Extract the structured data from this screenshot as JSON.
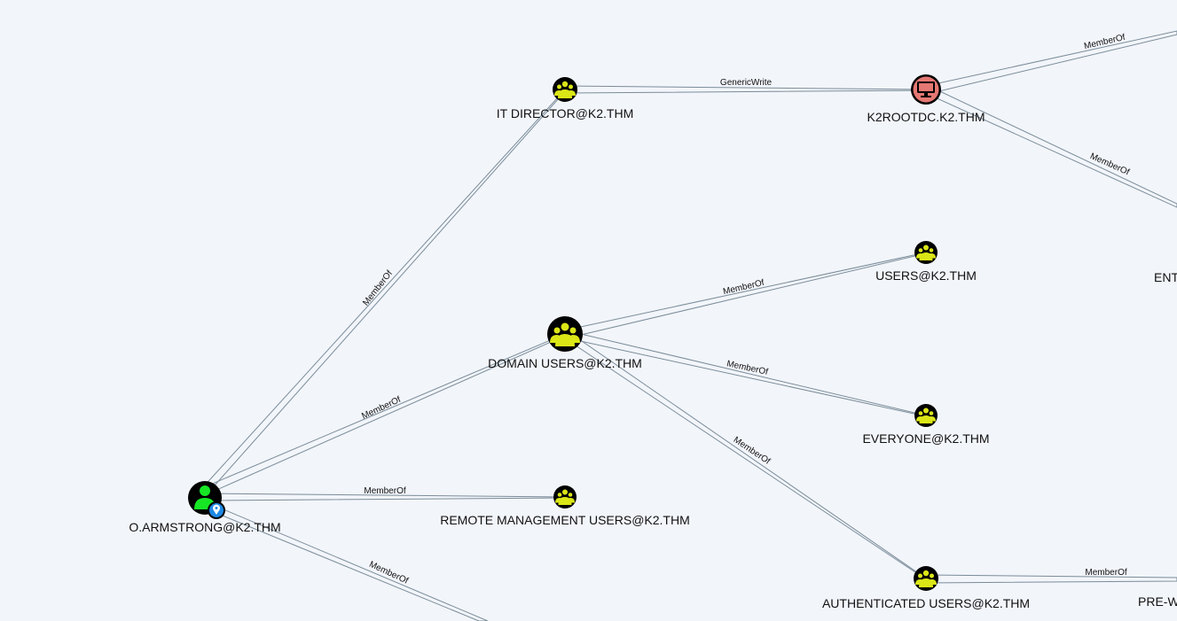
{
  "nodes": {
    "o_armstrong": {
      "label": "O.ARMSTRONG@K2.THM",
      "type": "user",
      "icon": "user-icon",
      "badge": "owned-pin-icon",
      "color": "#17e625"
    },
    "it_director": {
      "label": "IT DIRECTOR@K2.THM",
      "type": "group",
      "icon": "group-icon",
      "color": "#dbe617"
    },
    "domain_users": {
      "label": "DOMAIN USERS@K2.THM",
      "type": "group",
      "icon": "group-icon",
      "color": "#dbe617"
    },
    "remote_mgmt": {
      "label": "REMOTE MANAGEMENT USERS@K2.THM",
      "type": "group",
      "icon": "group-icon",
      "color": "#dbe617"
    },
    "k2rootdc": {
      "label": "K2ROOTDC.K2.THM",
      "type": "computer",
      "icon": "computer-icon",
      "color": "#e67873"
    },
    "users": {
      "label": "USERS@K2.THM",
      "type": "group",
      "icon": "group-icon",
      "color": "#dbe617"
    },
    "everyone": {
      "label": "EVERYONE@K2.THM",
      "type": "group",
      "icon": "group-icon",
      "color": "#dbe617"
    },
    "authenticated": {
      "label": "AUTHENTICATED USERS@K2.THM",
      "type": "group",
      "icon": "group-icon",
      "color": "#dbe617"
    },
    "ent_partial": {
      "label": "ENT"
    },
    "prew_partial": {
      "label": "PRE-WI"
    }
  },
  "edges": {
    "oa_itdir": "MemberOf",
    "oa_domusers": "MemberOf",
    "oa_remote": "MemberOf",
    "oa_offscreen": "MemberOf",
    "itdir_dc": "GenericWrite",
    "dc_top": "MemberOf",
    "dc_ent": "MemberOf",
    "du_users": "MemberOf",
    "du_everyone": "MemberOf",
    "du_auth": "MemberOf",
    "auth_prew": "MemberOf"
  },
  "colors": {
    "edge": "#7a8c99",
    "background": "#f2f5fa",
    "node_bg": "#000000",
    "owned_badge": "#1e88e5"
  }
}
